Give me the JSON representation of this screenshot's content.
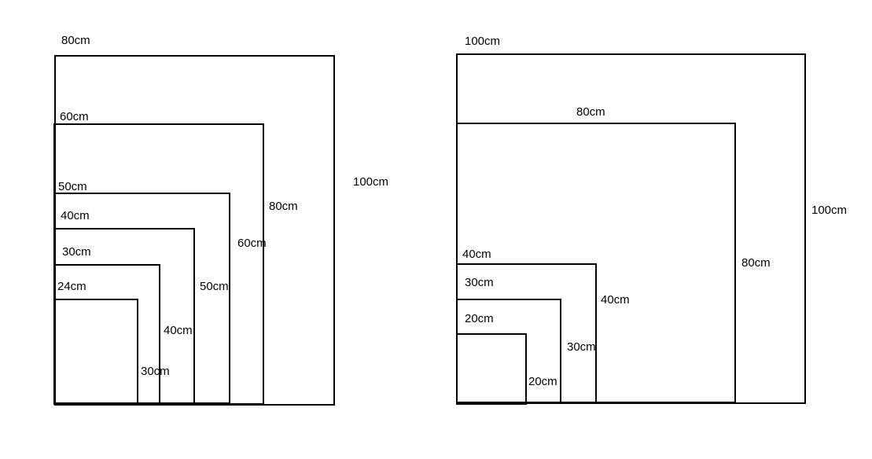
{
  "left_diagram": {
    "outer": {
      "width": "80cm",
      "height": "100cm"
    },
    "rects": [
      {
        "width": "60cm",
        "height": "80cm"
      },
      {
        "width": "50cm",
        "height": "60cm"
      },
      {
        "width": "40cm",
        "height": "50cm"
      },
      {
        "width": "30cm",
        "height": "40cm"
      },
      {
        "width": "24cm",
        "height": "30cm"
      }
    ]
  },
  "right_diagram": {
    "outer": {
      "width": "100cm",
      "height": "100cm"
    },
    "rects": [
      {
        "width": "80cm",
        "height": "80cm"
      },
      {
        "width": "40cm",
        "height": "40cm"
      },
      {
        "width": "30cm",
        "height": "30cm"
      },
      {
        "width": "20cm",
        "height": "20cm"
      }
    ]
  }
}
